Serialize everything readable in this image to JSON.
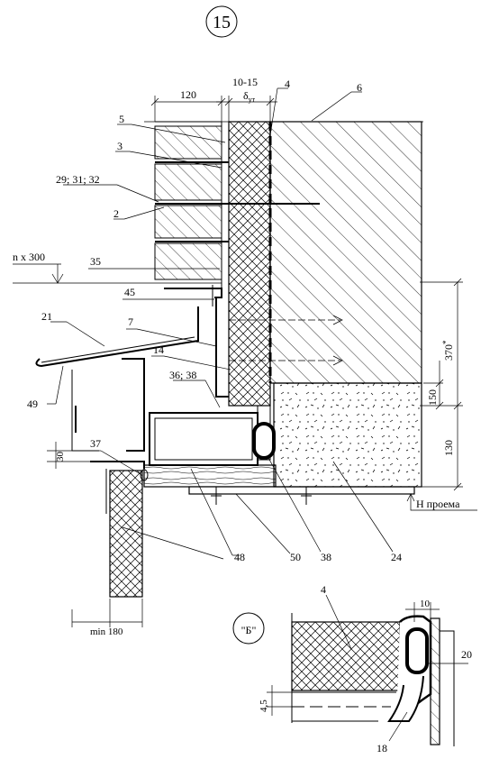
{
  "sheet_number": "15",
  "dims": {
    "d120": "120",
    "d1015": "10-15",
    "delta": "δ",
    "delta_sub": "ут",
    "d370": "370",
    "star": "*",
    "d150": "150",
    "d130": "130",
    "d30": "30",
    "min180": "min 180",
    "d10": "10",
    "d45": "4,5"
  },
  "level_labels": {
    "n300": "n x 300",
    "opening": "Н проема"
  },
  "callouts": [
    "4",
    "6",
    "5",
    "3",
    "29; 31; 32",
    "2",
    "35",
    "45",
    "21",
    "7",
    "14",
    "49",
    "36; 38",
    "37",
    "48",
    "50",
    "38",
    "24"
  ],
  "detail": {
    "title": "\"Б\"",
    "callouts": [
      "4",
      "20",
      "18"
    ]
  }
}
